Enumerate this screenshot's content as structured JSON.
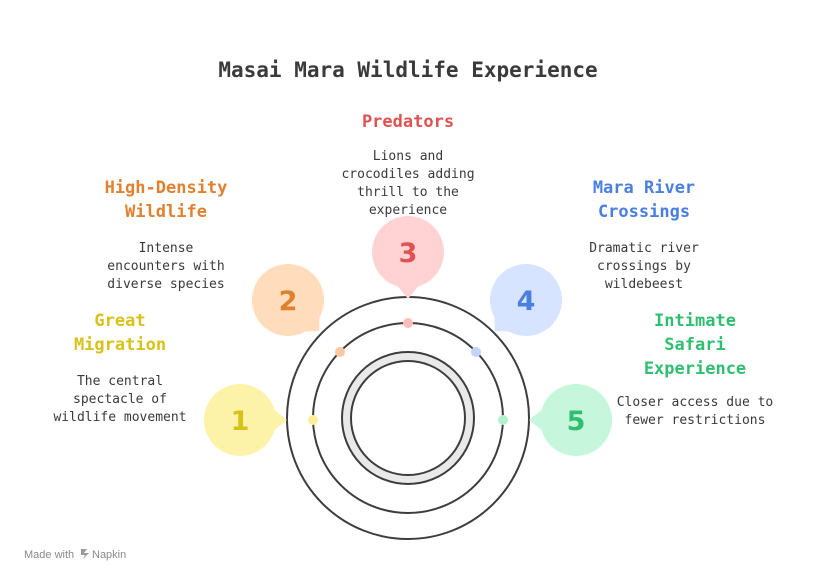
{
  "title": "Masai Mara Wildlife Experience",
  "footer": {
    "made_with": "Made with",
    "brand": "Napkin"
  },
  "items": [
    {
      "number": "1",
      "heading": [
        "Great",
        "Migration"
      ],
      "description": [
        "The central",
        "spectacle of",
        "wildlife movement"
      ],
      "color": "#d8c21a",
      "bubble_color": "#fdf3a8",
      "dot_color": "#fbef9a"
    },
    {
      "number": "2",
      "heading": [
        "High-Density",
        "Wildlife"
      ],
      "description": [
        "Intense",
        "encounters with",
        "diverse species"
      ],
      "color": "#e0812f",
      "bubble_color": "#ffdcbc",
      "dot_color": "#fcc9a1"
    },
    {
      "number": "3",
      "heading": [
        "Predators"
      ],
      "description": [
        "Lions and",
        "crocodiles adding",
        "thrill to the",
        "experience"
      ],
      "color": "#e05252",
      "bubble_color": "#ffd3d3",
      "dot_color": "#fbbcbc"
    },
    {
      "number": "4",
      "heading": [
        "Mara River",
        "Crossings"
      ],
      "description": [
        "Dramatic river",
        "crossings by",
        "wildebeest"
      ],
      "color": "#4a7fe0",
      "bubble_color": "#d6e4ff",
      "dot_color": "#c2d4fb"
    },
    {
      "number": "5",
      "heading": [
        "Intimate",
        "Safari",
        "Experience"
      ],
      "description": [
        "Closer access due to",
        "fewer restrictions"
      ],
      "color": "#2fbf70",
      "bubble_color": "#c6f7dc",
      "dot_color": "#b4f1cf"
    }
  ]
}
